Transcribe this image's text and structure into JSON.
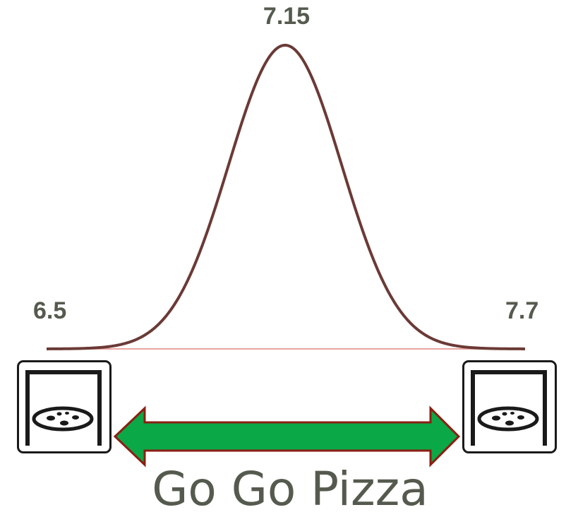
{
  "diagram": {
    "peak_label": "7.15",
    "left_label": "6.5",
    "right_label": "7.7",
    "caption": "Go Go Pizza",
    "icons": {
      "left": "pizza-oven-icon",
      "right": "pizza-oven-icon",
      "arrow": "double-arrow-icon"
    },
    "colors": {
      "curve": "#6b3a36",
      "baseline": "#e8a5a0",
      "arrow_fill": "#0aa847",
      "arrow_stroke": "#8b1e12",
      "text": "#555a4e"
    }
  }
}
